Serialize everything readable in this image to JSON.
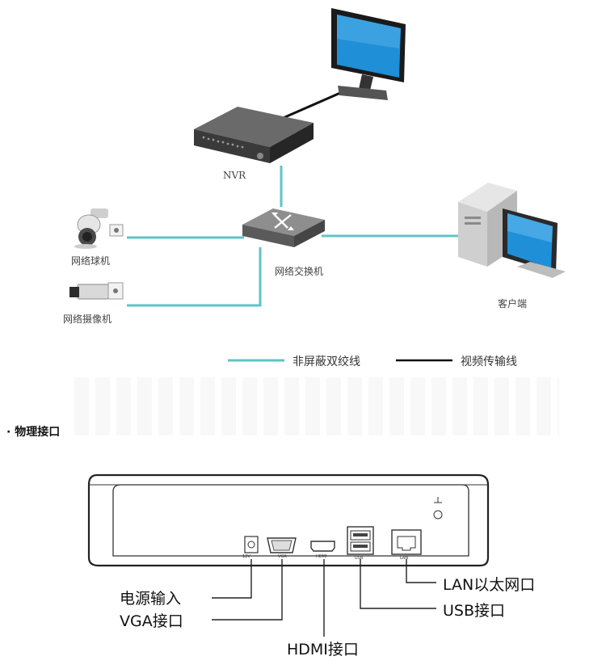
{
  "topology": {
    "nvr_label": "NVR",
    "switch_label": "网络交换机",
    "dome_label": "网络球机",
    "camera_label": "网络摄像机",
    "client_label": "客户端"
  },
  "legend": {
    "utp_label": "非屏蔽双绞线",
    "video_label": "视频传输线",
    "utp_color": "#5fc4c8",
    "video_color": "#111111"
  },
  "section": {
    "title": "· 物理接口"
  },
  "panel": {
    "dc_label": "12V",
    "vga_small": "VGA",
    "hdmi_small": "HDMI",
    "usb_small": "USB",
    "lan_small": "LAN"
  },
  "ports": {
    "power_label": "电源输入",
    "vga_label": "VGA接口",
    "hdmi_label": "HDMI接口",
    "lan_label": "LAN以太网口",
    "usb_label": "USB接口"
  },
  "icons": {
    "monitor": "monitor-icon",
    "nvr": "nvr-device-icon",
    "switch": "network-switch-icon",
    "dome": "dome-camera-icon",
    "bullet": "box-camera-icon",
    "client": "desktop-pc-icon"
  }
}
